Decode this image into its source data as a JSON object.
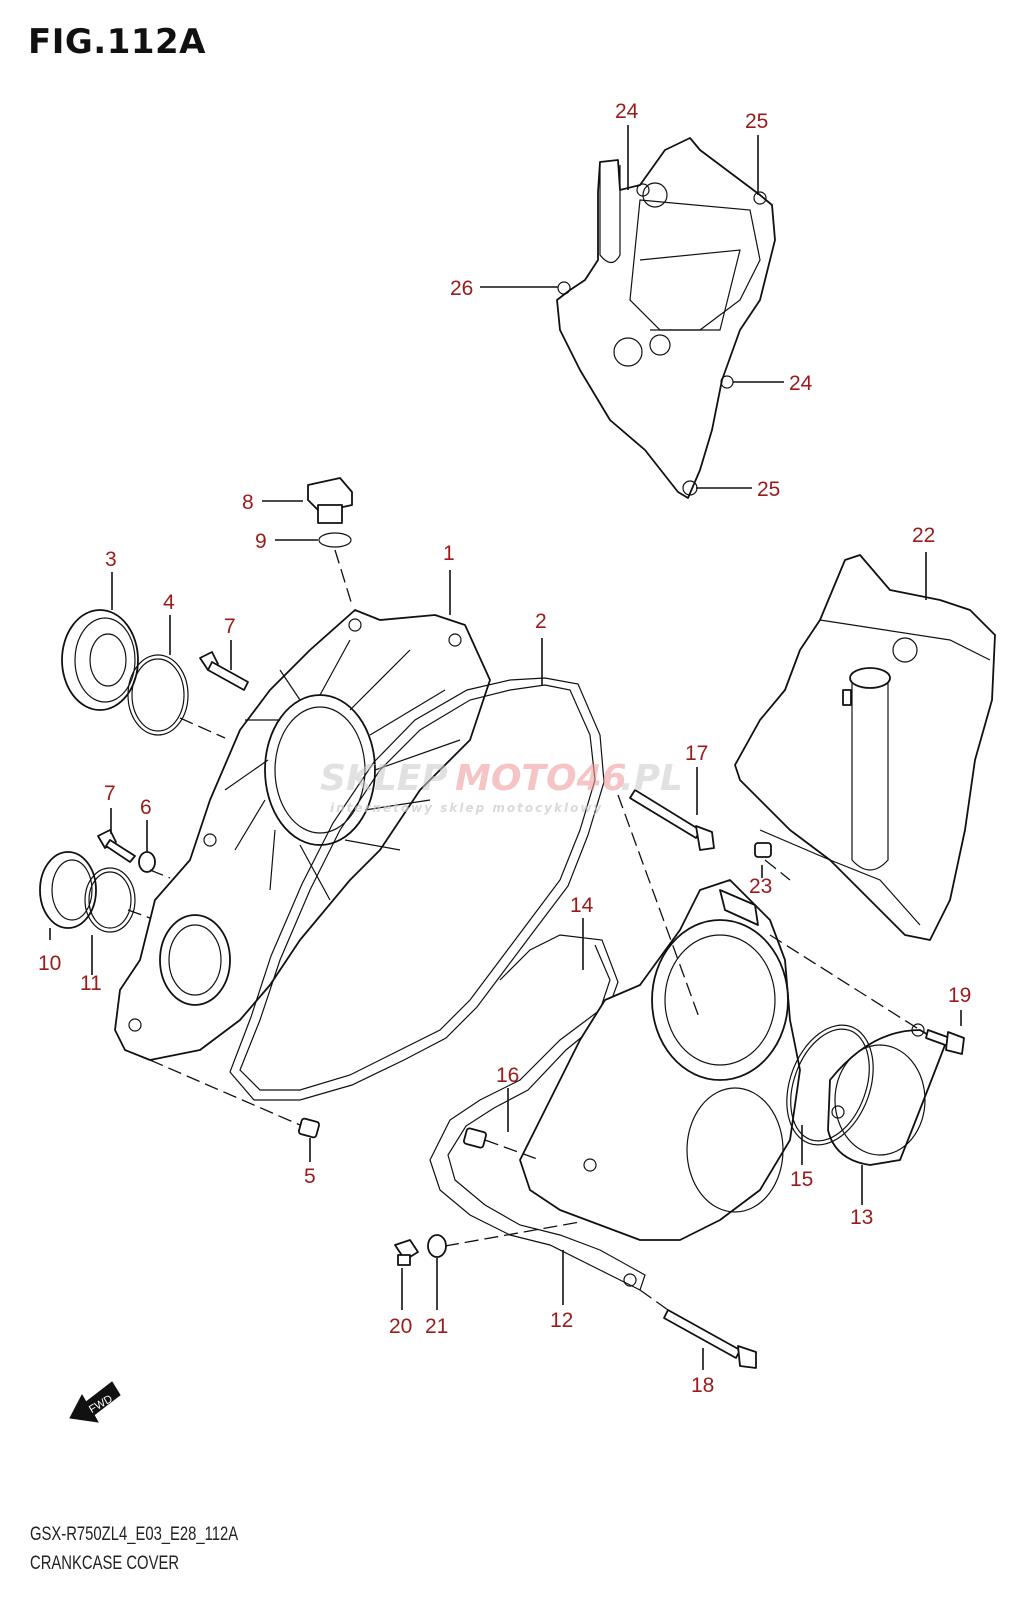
{
  "figure": {
    "title": "FIG.112A",
    "model_code": "GSX-R750ZL4_E03_E28_112A",
    "name": "CRANKCASE COVER"
  },
  "watermark": {
    "brand_gray": "SKLEP",
    "brand_red": "MOTO46",
    "brand_tld": ".PL",
    "tagline": "internetowy sklep motocyklowy"
  },
  "fwd_indicator": {
    "label": "FWD",
    "icon": "forward-arrow-icon"
  },
  "callouts": [
    {
      "id": "c1",
      "label": "1"
    },
    {
      "id": "c2",
      "label": "2"
    },
    {
      "id": "c3",
      "label": "3"
    },
    {
      "id": "c4",
      "label": "4"
    },
    {
      "id": "c5",
      "label": "5"
    },
    {
      "id": "c6",
      "label": "6"
    },
    {
      "id": "c7a",
      "label": "7"
    },
    {
      "id": "c7b",
      "label": "7"
    },
    {
      "id": "c8",
      "label": "8"
    },
    {
      "id": "c9",
      "label": "9"
    },
    {
      "id": "c10",
      "label": "10"
    },
    {
      "id": "c11",
      "label": "11"
    },
    {
      "id": "c12",
      "label": "12"
    },
    {
      "id": "c13",
      "label": "13"
    },
    {
      "id": "c14",
      "label": "14"
    },
    {
      "id": "c15",
      "label": "15"
    },
    {
      "id": "c16",
      "label": "16"
    },
    {
      "id": "c17",
      "label": "17"
    },
    {
      "id": "c18",
      "label": "18"
    },
    {
      "id": "c19",
      "label": "19"
    },
    {
      "id": "c20",
      "label": "20"
    },
    {
      "id": "c21",
      "label": "21"
    },
    {
      "id": "c22",
      "label": "22"
    },
    {
      "id": "c23",
      "label": "23"
    },
    {
      "id": "c24a",
      "label": "24"
    },
    {
      "id": "c24b",
      "label": "24"
    },
    {
      "id": "c25a",
      "label": "25"
    },
    {
      "id": "c25b",
      "label": "25"
    },
    {
      "id": "c26",
      "label": "26"
    }
  ],
  "colors": {
    "callout": "#9b1b1b",
    "line": "#111111",
    "watermark_red": "#f0a0a0"
  }
}
